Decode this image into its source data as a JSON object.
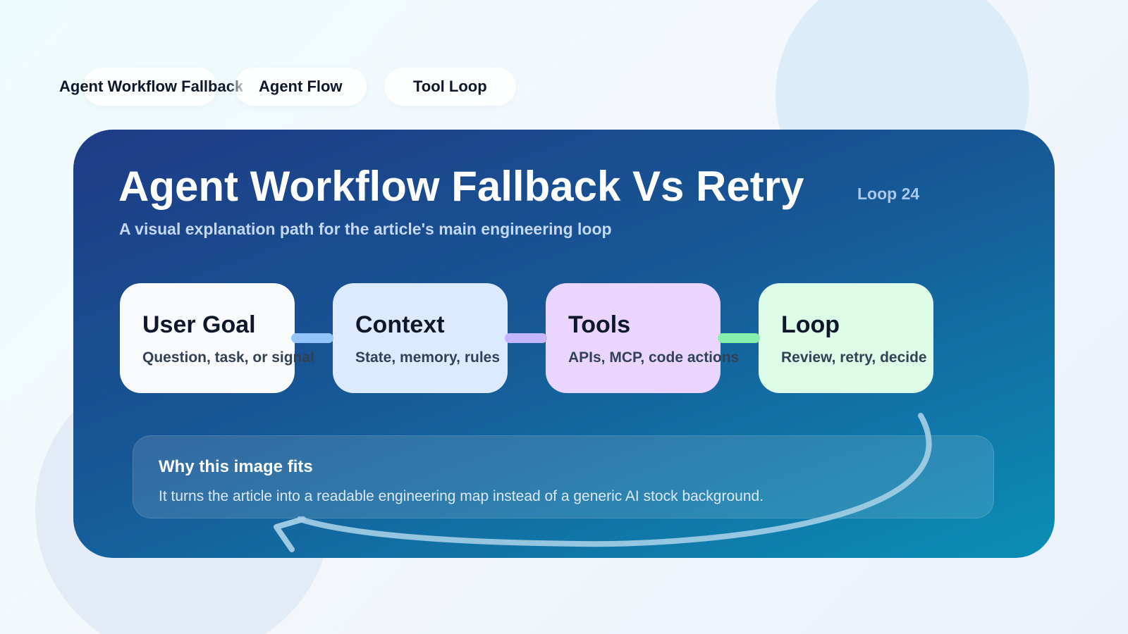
{
  "tabs": [
    {
      "label": "Agent Workflow Fallback"
    },
    {
      "label": "Agent Flow"
    },
    {
      "label": "Tool Loop"
    }
  ],
  "hero": {
    "title": "Agent Workflow Fallback Vs Retry",
    "subtitle": "A visual explanation path for the article's main engineering loop",
    "badge": "Loop 24"
  },
  "steps": [
    {
      "title": "User Goal",
      "description": "Question, task, or signal",
      "color": "#f8fafc"
    },
    {
      "title": "Context",
      "description": "State, memory, rules",
      "color": "#dbeafe"
    },
    {
      "title": "Tools",
      "description": "APIs, MCP, code actions",
      "color": "#e9d5ff"
    },
    {
      "title": "Loop",
      "description": "Review, retry, decide",
      "color": "#dcfce7"
    }
  ],
  "connector_colors": [
    "#93c5fd",
    "#c4b5fd",
    "#86efac"
  ],
  "note": {
    "title": "Why this image fits",
    "body": "It turns the article into a readable engineering map instead of a generic AI stock background."
  },
  "colors": {
    "card_gradient_start": "#1e3b86",
    "card_gradient_end": "#0b8eb6",
    "title_text": "#ffffff",
    "arrow": "#a5cfe6"
  },
  "icons": [
    "loop-arrow-icon"
  ]
}
